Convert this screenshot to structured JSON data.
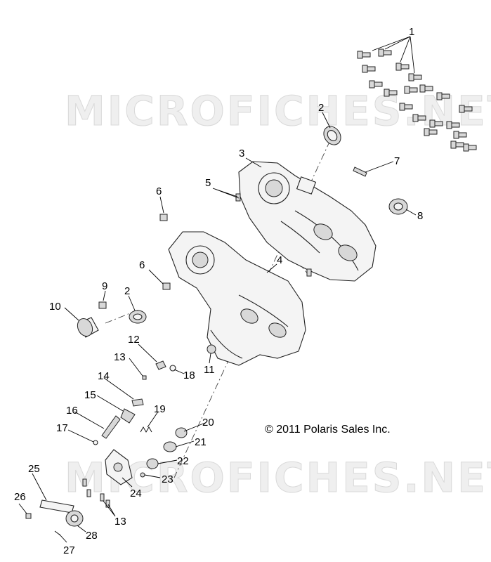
{
  "watermark": "MICROFICHES.NET",
  "copyright": "© 2011 Polaris Sales Inc.",
  "callouts": [
    {
      "n": "1"
    },
    {
      "n": "2"
    },
    {
      "n": "3"
    },
    {
      "n": "5"
    },
    {
      "n": "7"
    },
    {
      "n": "8"
    },
    {
      "n": "6"
    },
    {
      "n": "6"
    },
    {
      "n": "4"
    },
    {
      "n": "9"
    },
    {
      "n": "2"
    },
    {
      "n": "10"
    },
    {
      "n": "12"
    },
    {
      "n": "13"
    },
    {
      "n": "18"
    },
    {
      "n": "11"
    },
    {
      "n": "14"
    },
    {
      "n": "15"
    },
    {
      "n": "19"
    },
    {
      "n": "16"
    },
    {
      "n": "20"
    },
    {
      "n": "17"
    },
    {
      "n": "21"
    },
    {
      "n": "22"
    },
    {
      "n": "25"
    },
    {
      "n": "23"
    },
    {
      "n": "24"
    },
    {
      "n": "26"
    },
    {
      "n": "13"
    },
    {
      "n": "28"
    },
    {
      "n": "27"
    }
  ]
}
